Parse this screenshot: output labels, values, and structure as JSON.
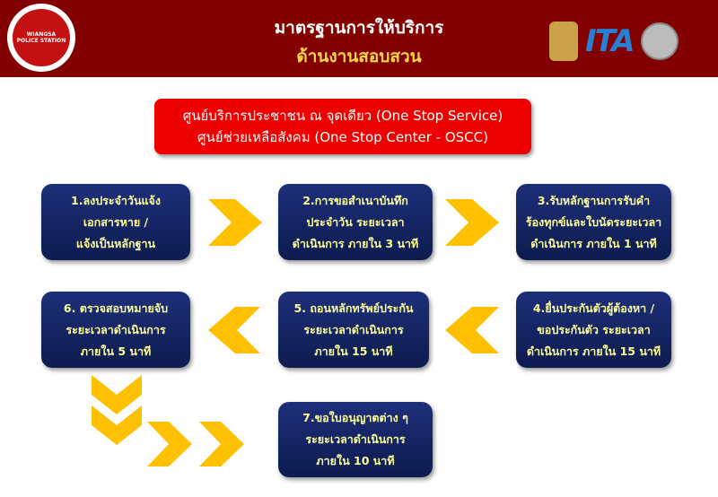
{
  "header": {
    "title": "มาตรฐานการให้บริการ",
    "subtitle": "ด้านงานสอบสวน",
    "logo_text": "WIANGSA POLICE STATION",
    "ita_label": "ITA",
    "colors": {
      "bg": "#820000",
      "subtitle": "#ffd54a"
    }
  },
  "banner": {
    "line1": "ศูนย์บริการประชาชน ณ จุดเดียว (One Stop Service)",
    "line2": "ศูนย์ช่วยเหลือสังคม (One Stop Center - OSCC)"
  },
  "steps": [
    {
      "lines": [
        "1.ลงประจำวันแจ้ง",
        "เอกสารหาย /",
        "แจ้งเป็นหลักฐาน"
      ]
    },
    {
      "lines": [
        "2.การขอสำเนาบันทึก",
        "ประจำวัน ระยะเวลา",
        "ดำเนินการ ภายใน 3 นาที"
      ]
    },
    {
      "lines": [
        "3.รับหลักฐานการรับคำ",
        "ร้องทุกข์และใบนัดระยะเวลา",
        "ดำเนินการ ภายใน 1 นาที"
      ]
    },
    {
      "lines": [
        "4.ยื่นประกันตัวผู้ต้องหา /",
        "ขอประกันตัว ระยะเวลา",
        "ดำเนินการ ภายใน 15 นาที"
      ]
    },
    {
      "lines": [
        "5. ถอนหลักทรัพย์ประกัน",
        "ระยะเวลาดำเนินการ",
        "ภายใน 15 นาที"
      ]
    },
    {
      "lines": [
        "6. ตรวจสอบหมายจับ",
        "ระยะเวลาดำเนินการ",
        "ภายใน 5 นาที"
      ]
    },
    {
      "lines": [
        "7.ขอใบอนุญาตต่าง ๆ",
        "ระยะเวลาดำเนินการ",
        "ภายใน 10 นาที"
      ]
    }
  ],
  "colors": {
    "chevron": "#ffc000",
    "box": "#12226a",
    "box_text": "#ffff99",
    "banner": "#ee0000"
  }
}
